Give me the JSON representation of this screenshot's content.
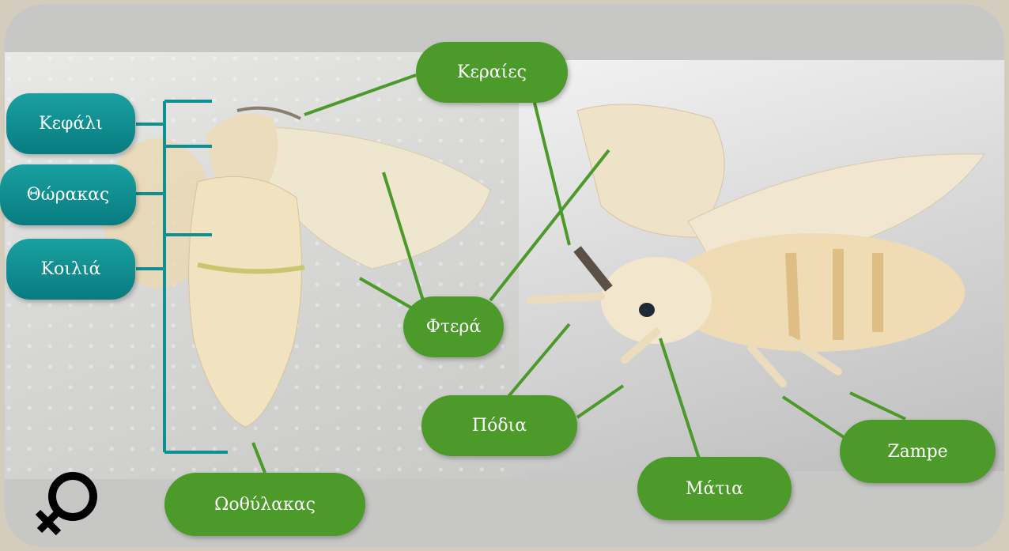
{
  "labels": {
    "head": "Κεφάλι",
    "thorax": "Θώρακας",
    "abdomen": "Κοιλιά",
    "antennae": "Κεραίες",
    "wings": "Φτερά",
    "legs": "Πόδια",
    "eyes": "Μάτια",
    "legs_alt": "Zampe",
    "ovipositor": "Ωοθύλακας"
  },
  "icons": {
    "female_symbol": "female-sign-icon"
  },
  "colors": {
    "teal_label": "#0e8f92",
    "green_label": "#4b9a2a",
    "pointer_line": "#4b9a2a",
    "bracket": "#0e8f92"
  }
}
